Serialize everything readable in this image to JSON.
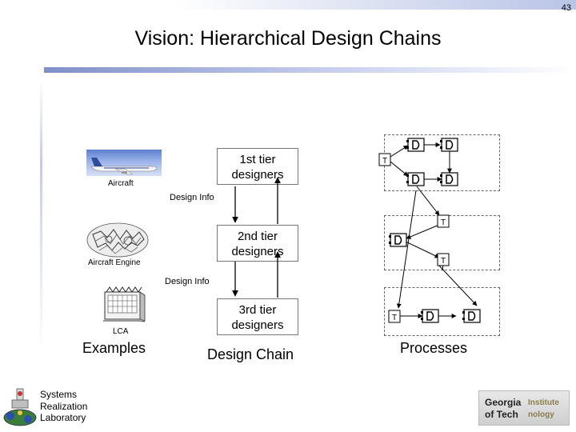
{
  "page_number": "43",
  "title": "Vision: Hierarchical Design Chains",
  "examples": {
    "aircraft_label": "Aircraft",
    "engine_label": "Aircraft Engine",
    "lca_label": "LCA",
    "heading": "Examples"
  },
  "design_chain": {
    "tier1": "1st tier designers",
    "tier2": "2nd tier designers",
    "tier3": "3rd tier designers",
    "info1": "Design Info",
    "info2": "Design Info",
    "heading": "Design Chain"
  },
  "processes": {
    "heading": "Processes",
    "t_label": "T"
  },
  "footer": {
    "lab_lines": [
      "Systems",
      "Realization",
      "Laboratory"
    ],
    "gt_line1": "Georgia",
    "gt_line2": "of Tech",
    "gt_sub1": "Institute",
    "gt_sub2": "nology"
  },
  "colors": {
    "accent": "#7f8fc9",
    "node_fill": "#ffffff",
    "stroke": "#000000"
  }
}
